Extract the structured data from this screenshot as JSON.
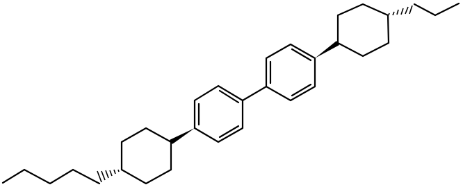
{
  "structure": {
    "atoms": [
      "C"
    ],
    "bond_color": "#000000",
    "background": "#ffffff",
    "stereo_bonds": [
      "wedge",
      "hash"
    ]
  }
}
